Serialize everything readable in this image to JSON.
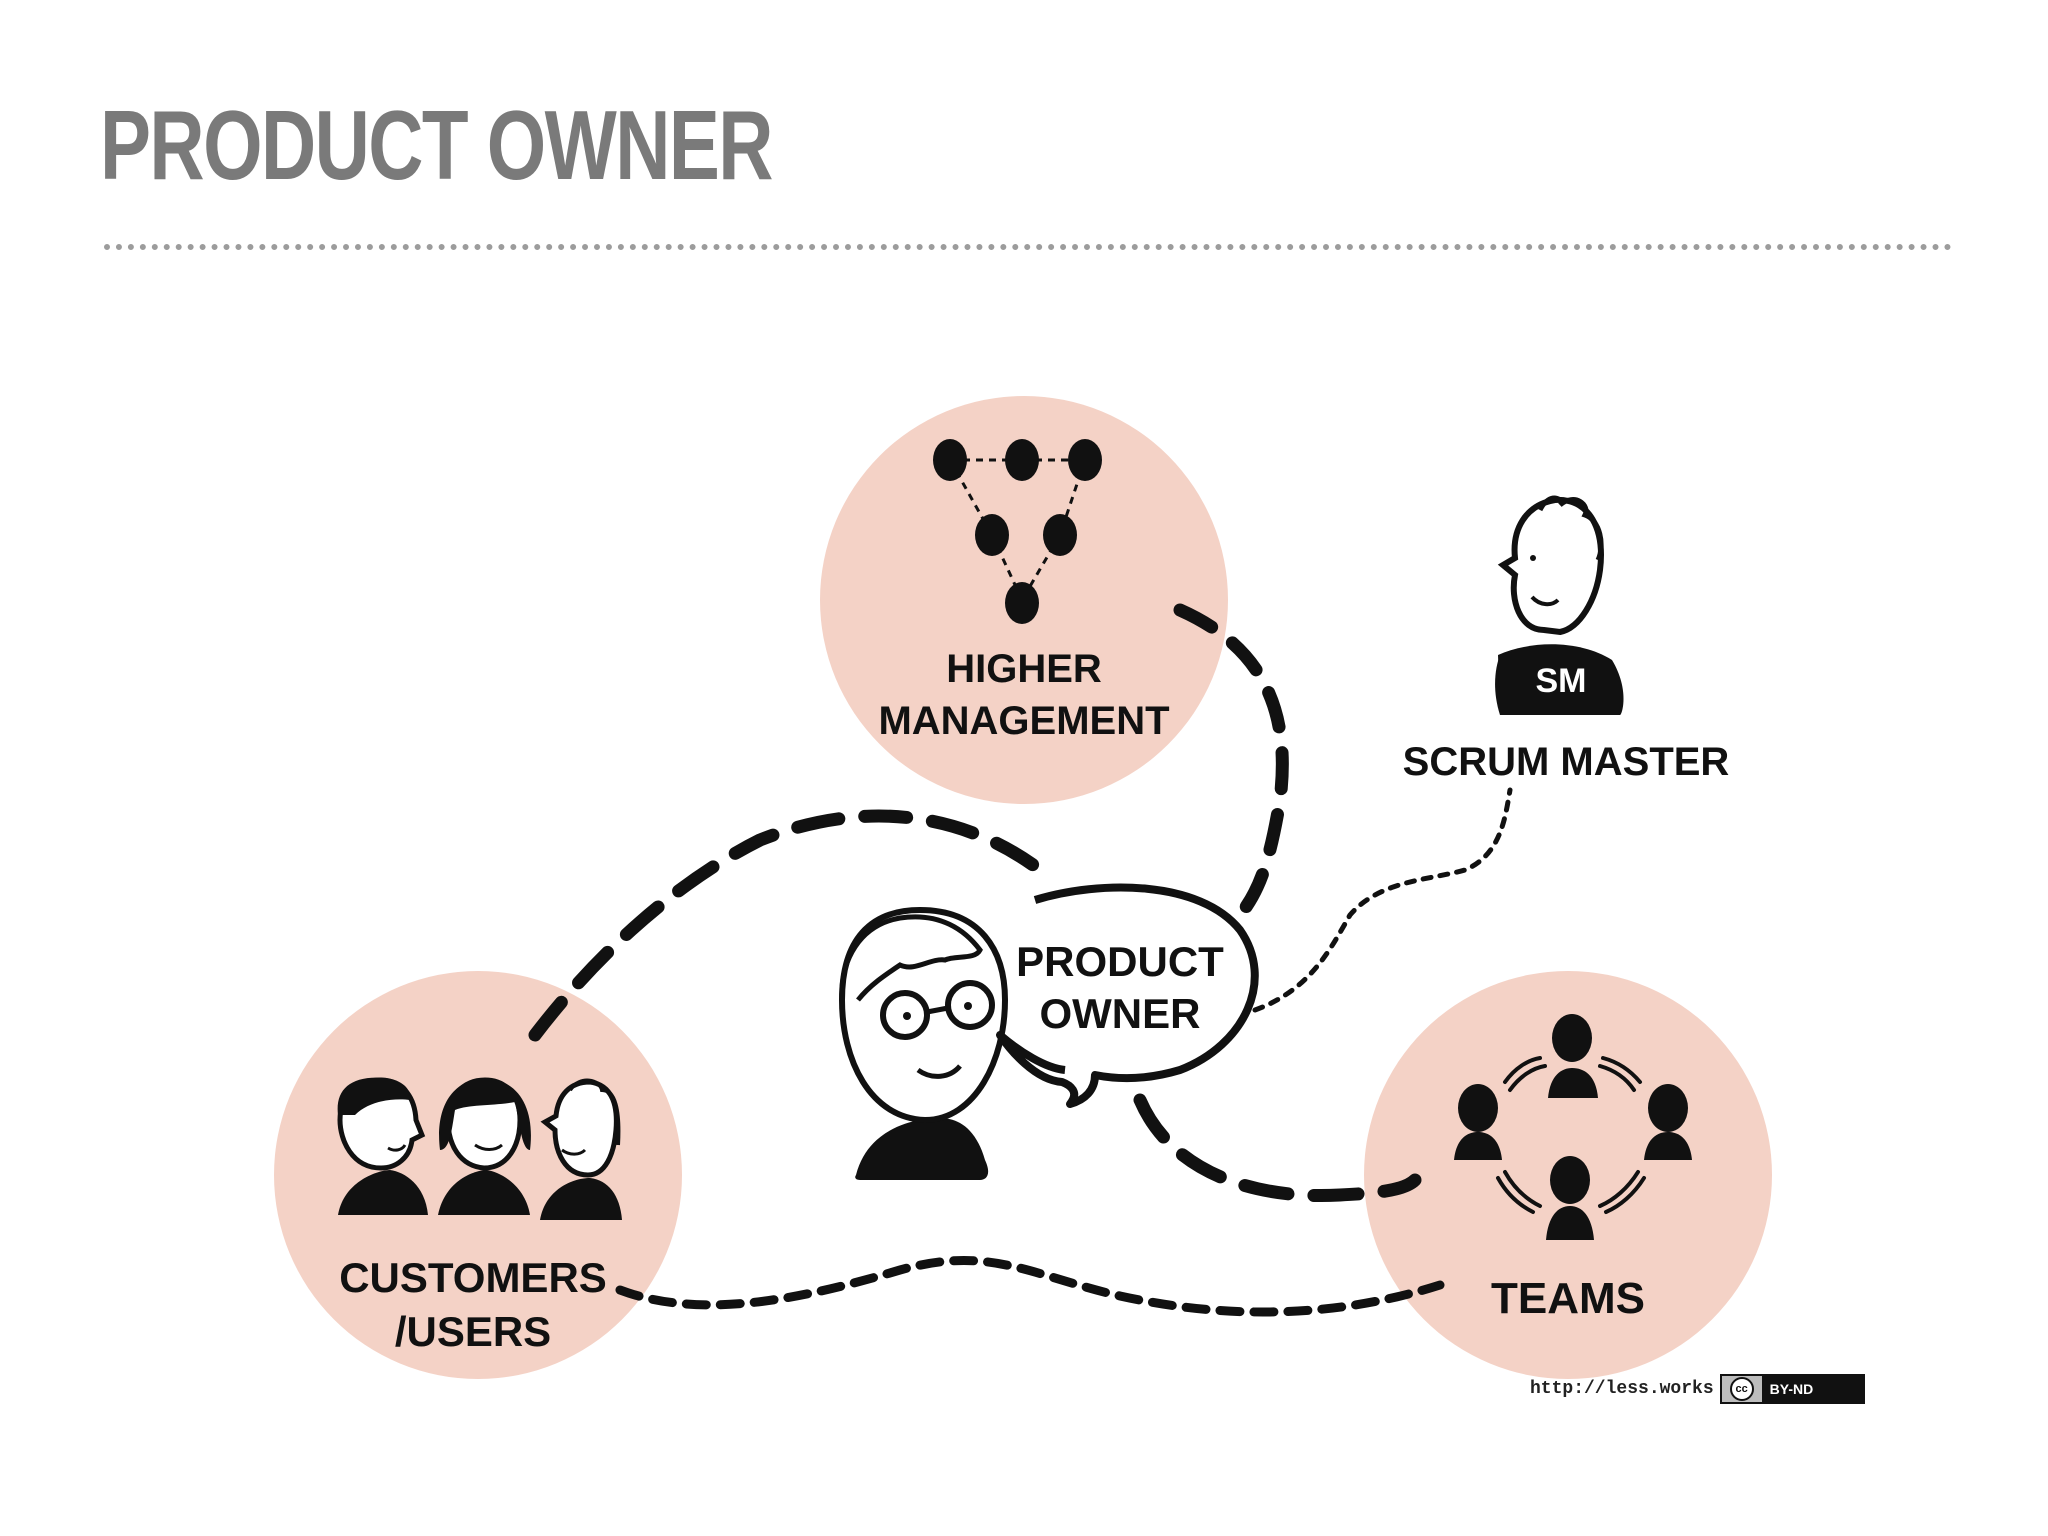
{
  "slide": {
    "title": "PRODUCT OWNER"
  },
  "diagram": {
    "higher_management": {
      "line1": "HIGHER",
      "line2": "MANAGEMENT"
    },
    "scrum_master": {
      "badge": "SM",
      "label": "SCRUM MASTER"
    },
    "product_owner": {
      "line1": "PRODUCT",
      "line2": "OWNER"
    },
    "customers": {
      "line1": "CUSTOMERS",
      "line2": "/USERS"
    },
    "teams": {
      "label": "TEAMS"
    }
  },
  "colors": {
    "circle_fill": "#f4d2c6",
    "ink": "#111111",
    "title": "#7a7a7a"
  },
  "credit": {
    "url": "http://less.works",
    "cc_symbol": "cc",
    "license": "BY-ND"
  }
}
